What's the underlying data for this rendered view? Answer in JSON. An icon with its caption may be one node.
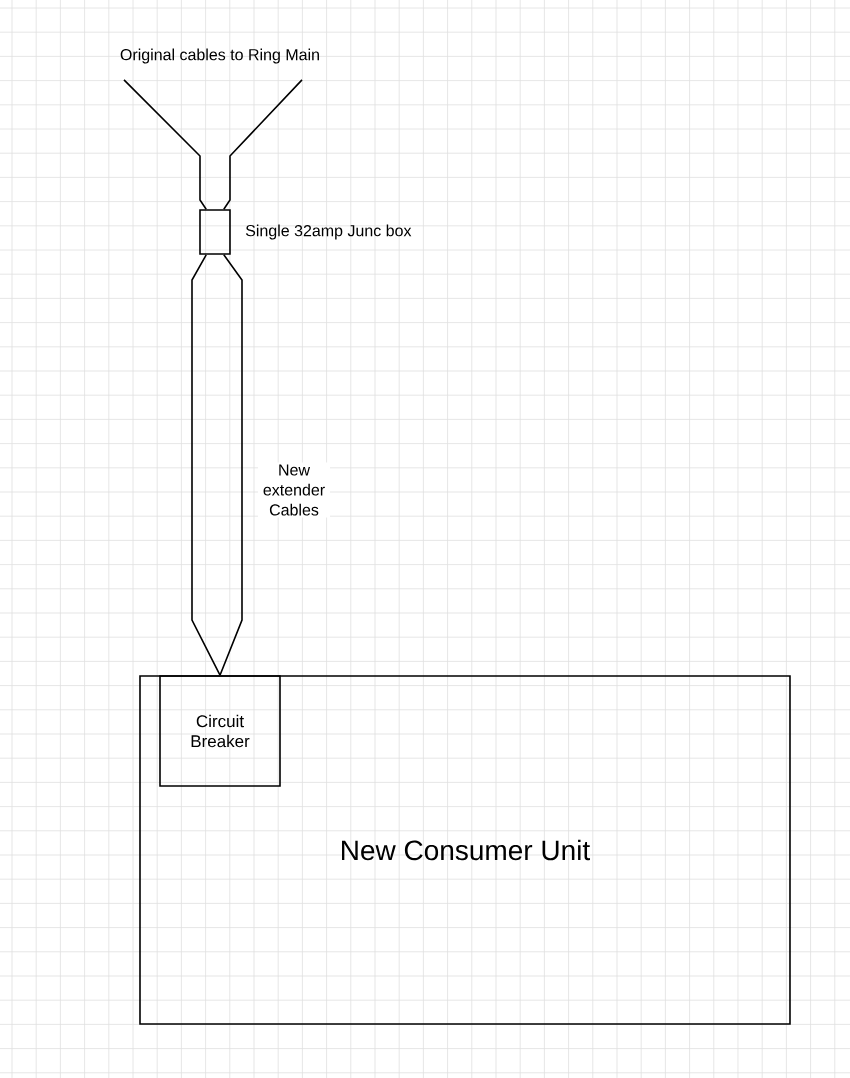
{
  "diagram": {
    "nodes": [
      {
        "text": [
          "Original cables to Ring Main"
        ]
      },
      {
        "text": [],
        "shape": "box",
        "beside": [
          "Single 32amp Junc box"
        ]
      },
      {
        "text": [
          "New Consumer Unit"
        ]
      },
      {
        "text": [
          "Circuit Breaker"
        ],
        "in": 2
      }
    ],
    "edges": [
      {
        "from": 0,
        "to": 1,
        "arrow": "none"
      },
      {
        "from": 0,
        "to": 1,
        "arrow": "none"
      },
      {
        "from": 1,
        "to": 3,
        "arrow": "none"
      },
      {
        "from": 1,
        "to": 3,
        "arrow": "none",
        "label": "New extender Cables"
      }
    ]
  }
}
